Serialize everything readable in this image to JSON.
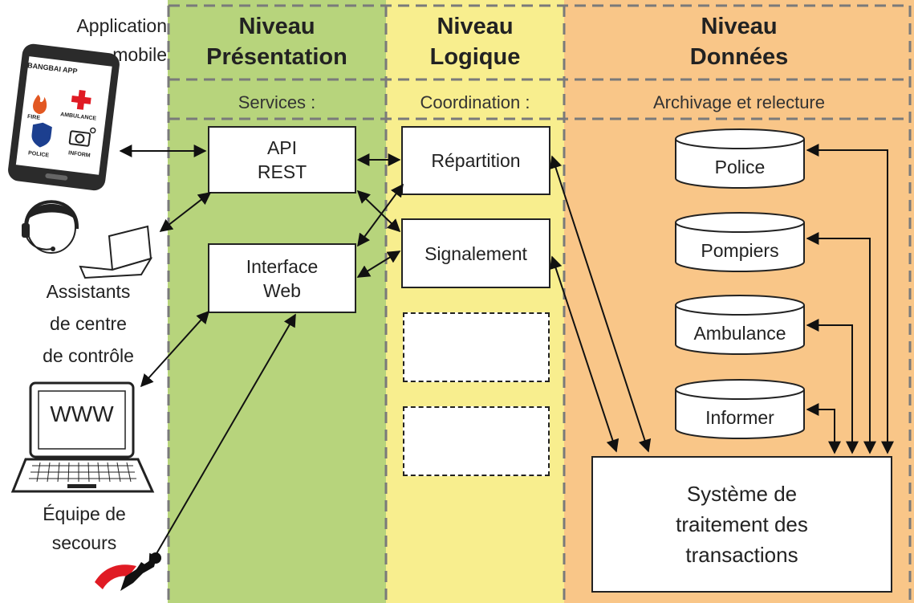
{
  "tiers": {
    "presentation": {
      "title1": "Niveau",
      "title2": "Présentation",
      "subtitle": "Services :"
    },
    "logic": {
      "title1": "Niveau",
      "title2": "Logique",
      "subtitle": "Coordination :"
    },
    "data": {
      "title1": "Niveau",
      "title2": "Données",
      "subtitle": "Archivage et relecture"
    }
  },
  "boxes": {
    "api": {
      "line1": "API",
      "line2": "REST"
    },
    "web": {
      "line1": "Interface",
      "line2": "Web"
    },
    "repartition": "Répartition",
    "signalement": "Signalement",
    "transactions": {
      "line1": "Système de",
      "line2": "traitement des",
      "line3": "transactions"
    }
  },
  "databases": {
    "police": "Police",
    "pompiers": "Pompiers",
    "ambulance": "Ambulance",
    "informer": "Informer"
  },
  "clients": {
    "mobile": {
      "line1": "Application",
      "line2": "mobile"
    },
    "assistants": {
      "line1": "Assistants",
      "line2": "de centre",
      "line3": "de contrôle"
    },
    "equipe": {
      "line1": "Équipe de",
      "line2": "secours"
    }
  },
  "phone_app": {
    "app_name": "BANGBAI APP",
    "fire": "FIRE",
    "ambulance": "AMBULANCE",
    "police": "POLICE",
    "inform": "INFORM"
  },
  "laptop_screen_text": "WWW",
  "colors": {
    "presentation": "#b7d47c",
    "logic": "#f8ee8e",
    "data": "#f9c688",
    "dash": "#7a7a7a"
  }
}
